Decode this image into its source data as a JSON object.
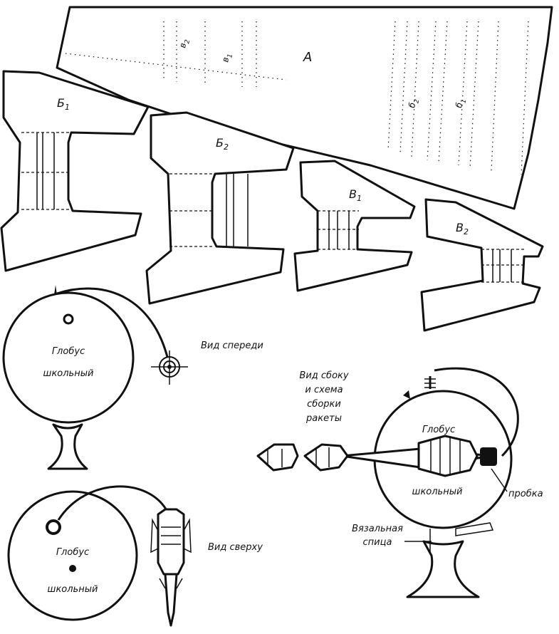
{
  "pieces": {
    "a": "А",
    "b1": {
      "main": "Б",
      "sub": "1"
    },
    "b2": {
      "main": "Б",
      "sub": "2"
    },
    "v1": {
      "main": "В",
      "sub": "1"
    },
    "v2": {
      "main": "В",
      "sub": "2"
    },
    "fold_a": [
      {
        "main": "в",
        "sub": "2"
      },
      {
        "main": "в",
        "sub": "1"
      },
      {
        "main": "б",
        "sub": "2"
      },
      {
        "main": "б",
        "sub": "1"
      }
    ]
  },
  "globe": {
    "line1": "Глобус",
    "line2": "школьный"
  },
  "views": {
    "front": "Вид спереди",
    "top": "Вид сверху",
    "side": [
      "Вид сбоку",
      "и схема",
      "сборки",
      "ракеты"
    ]
  },
  "callouts": {
    "cork": "пробка",
    "needle": [
      "Вязальная",
      "спица"
    ]
  }
}
